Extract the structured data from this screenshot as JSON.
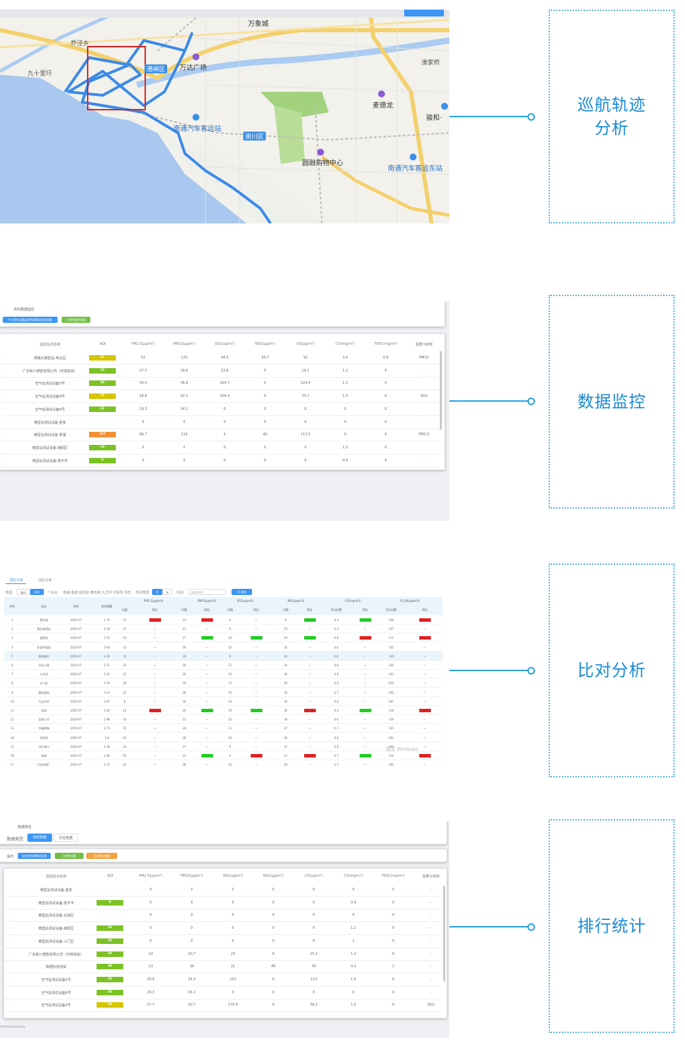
{
  "colors": {
    "accent": "#1a8ad3",
    "connector": "#25a1e0",
    "route": "#3b8ae8",
    "box": "#e0201f",
    "green": "#7cc224",
    "yellow": "#d6c600",
    "orange": "#f39032",
    "red": "#e32020",
    "good": "#22cc22",
    "button_blue": "#3d95f4",
    "button_green": "#72c04a",
    "button_orange": "#f0a43b"
  },
  "callouts": [
    {
      "id": "route",
      "label": "巡航轨迹\n分析"
    },
    {
      "id": "monitor",
      "label": "数据监控"
    },
    {
      "id": "compare",
      "label": "比对分析"
    },
    {
      "id": "ranking",
      "label": "排行统计"
    }
  ],
  "map": {
    "labels": {
      "wanxiang": "万象城",
      "yangjingxiang": "乔泾乡",
      "jiushiliwei": "九十里圩",
      "wanda": "万达广场",
      "gangzha": "港闸区",
      "chongchuan": "崇川区",
      "bus_station": "南通汽车客运站",
      "bus_east": "南通汽车客运东站",
      "guorong": "圆融购物中心",
      "maidelong": "麦德龙",
      "xingfu": "濠家桥",
      "junhe": "骏和·"
    }
  },
  "monitor": {
    "section_title": "实时数据监控",
    "buttons": [
      "今日所有设备监控的网格化区域设备",
      "已选择监控设备"
    ],
    "headers": [
      "监控站点名称",
      "AQI",
      "PM2.5(μg/m³)",
      "PM10(μg/m³)",
      "SO2(μg/m³)",
      "NO2(μg/m³)",
      "O3(μg/m³)",
      "CO(mg/m³)",
      "TVOC(mg/m³)",
      "首要污染物"
    ],
    "rows": [
      {
        "name": "网格化微型站-电白区",
        "aqi": "67",
        "aqi_level": "yellow",
        "v": [
          "52",
          "125",
          "44.6",
          "30.7",
          "92",
          "3.4",
          "0.9",
          "PM10"
        ]
      },
      {
        "name": "广东新川博智有限公司（环境机房）",
        "aqi": "25",
        "aqi_level": "green",
        "v": [
          "17.5",
          "18.6",
          "23.8",
          "0",
          "24.2",
          "1.2",
          "0",
          "-"
        ]
      },
      {
        "name": "空气站测试设备5号",
        "aqi": "44",
        "aqi_level": "green",
        "v": [
          "30.4",
          "36.8",
          "104.7",
          "0",
          "124.4",
          "1.5",
          "0",
          "-"
        ]
      },
      {
        "name": "空气站测试设备4号",
        "aqi": "53",
        "aqi_level": "yellow",
        "v": [
          "28.8",
          "32.1",
          "169.4",
          "0",
          "33.7",
          "1.5",
          "0",
          "SO2"
        ]
      },
      {
        "name": "空气站测试设备8号",
        "aqi": "42",
        "aqi_level": "green",
        "v": [
          "29.3",
          "34.1",
          "0",
          "0",
          "0",
          "0",
          "0",
          "-"
        ]
      },
      {
        "name": "微型站测试设备-金安",
        "aqi": "",
        "aqi_level": "",
        "v": [
          "0",
          "0",
          "0",
          "0",
          "0",
          "0",
          "0",
          "-"
        ]
      },
      {
        "name": "微型站测试设备-罗湖",
        "aqi": "127",
        "aqi_level": "orange",
        "v": [
          "96.7",
          "114",
          "5",
          "40",
          "113.5",
          "0",
          "0",
          "PM2.5"
        ]
      },
      {
        "name": "微型站测试设备-潮阳区",
        "aqi": "16",
        "aqi_level": "green",
        "v": [
          "0",
          "0",
          "0",
          "0",
          "0",
          "1.2",
          "0",
          "-"
        ]
      },
      {
        "name": "微型站测试设备-惠平市",
        "aqi": "0",
        "aqi_level": "green",
        "v": [
          "0",
          "0",
          "0",
          "0",
          "0",
          "0.9",
          "0",
          "-"
        ]
      }
    ]
  },
  "compare": {
    "tabs": [
      "同比分析",
      "环比分析"
    ],
    "filters": {
      "type_label": "类型",
      "type_opts": [
        "城市",
        "站点"
      ],
      "site_label": "* 站点",
      "sites": "南浦 金城 监测站 黄石坡 九华村 环军所 列天",
      "time_type_label": "时间类型",
      "time_opts": [
        "月",
        "年"
      ],
      "time_label": "时间",
      "time_value": "2020-07",
      "query": "Q 查询"
    },
    "group_headers": [
      "PM2.5(μg/m3)",
      "PM10(μg/m3)",
      "SO2(μg/m3)",
      "NO2(μg/m3)",
      "CO(mg/m3)",
      "O3_8h(μg/m3)"
    ],
    "fixed_headers": [
      "序号",
      "站点",
      "时间",
      "综合指数"
    ],
    "sub_headers": [
      "均值",
      "同比",
      "均值",
      "同比",
      "均值",
      "同比",
      "均值",
      "同比",
      "百分位数",
      "同比",
      "百分位数",
      "同比"
    ],
    "rows": [
      {
        "n": "1",
        "site": "黄石坡",
        "t": "2020-07",
        "idx": "1.79",
        "v": [
          "13",
          "bad",
          "23",
          "bad",
          "6",
          "—",
          "8",
          "good",
          "0.3",
          "good",
          "108",
          "bad"
        ]
      },
      {
        "n": "2",
        "site": "黄石坡测站",
        "t": "2020-07",
        "idx": "2.34",
        "v": [
          "15",
          "—",
          "21",
          "—",
          "6",
          "—",
          "19",
          "—",
          "0.3",
          "—",
          "147",
          "—"
        ]
      },
      {
        "n": "3",
        "site": "监测站",
        "t": "2020-07",
        "idx": "2.15",
        "v": [
          "10",
          "—",
          "27",
          "good",
          "10",
          "good",
          "19",
          "good",
          "0.6",
          "bad",
          "111",
          "bad"
        ]
      },
      {
        "n": "4",
        "site": "生态环境局",
        "t": "2020-07",
        "idx": "2.64",
        "v": [
          "13",
          "—",
          "26",
          "—",
          "10",
          "—",
          "32",
          "—",
          "0.6",
          "—",
          "125",
          "—"
        ]
      },
      {
        "n": "5",
        "site": "南海银行",
        "t": "2020-07",
        "idx": "2.45",
        "v": [
          "14",
          "—",
          "26",
          "—",
          "9",
          "—",
          "24",
          "—",
          "0.6",
          "—",
          "126",
          "—"
        ]
      },
      {
        "n": "6",
        "site": "风光公寓",
        "t": "2020-07",
        "idx": "2.72",
        "v": [
          "16",
          "—",
          "30",
          "—",
          "11",
          "—",
          "24",
          "—",
          "0.6",
          "—",
          "136",
          "—"
        ]
      },
      {
        "n": "7",
        "site": "九华村",
        "t": "2020-07",
        "idx": "3.22",
        "v": [
          "15",
          "—",
          "29",
          "—",
          "10",
          "—",
          "44",
          "—",
          "0.9",
          "—",
          "143",
          "—"
        ]
      },
      {
        "n": "8",
        "site": "水二区",
        "t": "2020-07",
        "idx": "3.35",
        "v": [
          "18",
          "—",
          "29",
          "—",
          "13",
          "—",
          "24",
          "—",
          "0.9",
          "—",
          "226",
          "—"
        ]
      },
      {
        "n": "9",
        "site": "碧桂园站",
        "t": "2020-07",
        "idx": "3.14",
        "v": [
          "22",
          "—",
          "28",
          "—",
          "10",
          "—",
          "33",
          "—",
          "0.7",
          "—",
          "106",
          "—"
        ]
      },
      {
        "n": "10",
        "site": "万达中学",
        "t": "2020-07",
        "idx": "2.97",
        "v": [
          "8",
          "—",
          "30",
          "—",
          "14",
          "—",
          "32",
          "—",
          "0.6",
          "—",
          "161",
          "—"
        ]
      },
      {
        "n": "11",
        "site": "金城",
        "t": "2020-07",
        "idx": "2.64",
        "v": [
          "14",
          "bad",
          "25",
          "good",
          "10",
          "good",
          "34",
          "bad",
          "0.5",
          "good",
          "118",
          "bad"
        ]
      },
      {
        "n": "12",
        "site": "北街小学",
        "t": "2020-07",
        "idx": "2.89",
        "v": [
          "16",
          "—",
          "31",
          "—",
          "10",
          "—",
          "34",
          "—",
          "0.6",
          "—",
          "119",
          "—"
        ]
      },
      {
        "n": "13",
        "site": "华泰商城",
        "t": "2020-07",
        "idx": "2.71",
        "v": [
          "15",
          "—",
          "26",
          "—",
          "11",
          "—",
          "27",
          "—",
          "0.7",
          "—",
          "135",
          "—"
        ]
      },
      {
        "n": "14",
        "site": "列军所",
        "t": "2020-07",
        "idx": "2.8",
        "v": [
          "16",
          "—",
          "28",
          "—",
          "10",
          "—",
          "34",
          "—",
          "0.6",
          "—",
          "140",
          "—"
        ]
      },
      {
        "n": "15",
        "site": "001测口",
        "t": "2020-07",
        "idx": "3.36",
        "v": [
          "23",
          "—",
          "27",
          "—",
          "9",
          "—",
          "37",
          "—",
          "0.6",
          "—",
          "106",
          "—"
        ]
      },
      {
        "n": "16",
        "site": "南浦",
        "t": "2020-07",
        "idx": "2.46",
        "v": [
          "16",
          "—",
          "31",
          "good",
          "9",
          "bad",
          "21",
          "bad",
          "0.7",
          "good",
          "114",
          "bad"
        ]
      },
      {
        "n": "17",
        "site": "污水处理厂",
        "t": "2020-07",
        "idx": "2.75",
        "v": [
          "16",
          "—",
          "38",
          "—",
          "10",
          "—",
          "29",
          "—",
          "0.7",
          "—",
          "106",
          "—"
        ]
      }
    ],
    "watermark": "激活 Windows"
  },
  "ranking": {
    "section_title": "数据排名",
    "type_label": "数据类型",
    "tabs": [
      "实时数据",
      "历史数据"
    ],
    "op_label": "操作",
    "buttons": [
      "全选所有网格化区域",
      "已选择设备",
      "全部统计数据"
    ],
    "headers": [
      "监控站点名称",
      "AQI",
      "PM2.5(μg/m³)",
      "PM10(μg/m³)",
      "SO2(μg/m³)",
      "NO2(μg/m³)",
      "O3(μg/m³)",
      "CO(mg/m³)",
      "TVOC(mg/m³)",
      "首要污染物"
    ],
    "rows": [
      {
        "name": "微型站测试设备-金安",
        "aqi": "",
        "aqi_level": "",
        "v": [
          "0",
          "0",
          "0",
          "0",
          "0",
          "0",
          "0",
          "-"
        ]
      },
      {
        "name": "微型站测试设备-惠平市",
        "aqi": "8",
        "aqi_level": "green",
        "v": [
          "0",
          "0",
          "0",
          "0",
          "0",
          "0.9",
          "0",
          "-"
        ]
      },
      {
        "name": "微型站测试设备-云城区",
        "aqi": "",
        "aqi_level": "",
        "v": [
          "0",
          "0",
          "0",
          "0",
          "0",
          "0",
          "0",
          "-"
        ]
      },
      {
        "name": "微型站测试设备-潮阳区",
        "aqi": "16",
        "aqi_level": "green",
        "v": [
          "0",
          "0",
          "0",
          "0",
          "0",
          "1.2",
          "0",
          "-"
        ]
      },
      {
        "name": "微型站测试设备-斗门区",
        "aqi": "16",
        "aqi_level": "green",
        "v": [
          "0",
          "0",
          "0",
          "0",
          "0",
          "1",
          "0",
          "-"
        ]
      },
      {
        "name": "广东新川博智有限公司（环境机房）",
        "aqi": "28",
        "aqi_level": "green",
        "v": [
          "19",
          "20.7",
          "23",
          "0",
          "25.2",
          "1.2",
          "0",
          "-"
        ]
      },
      {
        "name": "数据科技测试",
        "aqi": "40",
        "aqi_level": "green",
        "v": [
          "23",
          "34",
          "21",
          "46",
          "43",
          "4.2",
          "1",
          "-"
        ]
      },
      {
        "name": "空气站测试设备5号",
        "aqi": "42",
        "aqi_level": "green",
        "v": [
          "29.6",
          "34.3",
          "103",
          "0",
          "123",
          "1.5",
          "0",
          "-"
        ]
      },
      {
        "name": "空气站测试设备8号",
        "aqi": "43",
        "aqi_level": "green",
        "v": [
          "29.3",
          "34.1",
          "0",
          "0",
          "0",
          "0",
          "0",
          "-"
        ]
      },
      {
        "name": "空气站测试设备4号",
        "aqi": "53",
        "aqi_level": "yellow",
        "v": [
          "27.7",
          "30.7",
          "170.9",
          "0",
          "36.2",
          "1.5",
          "0",
          "SO2"
        ]
      }
    ],
    "status_url": "rmation/ranking"
  }
}
